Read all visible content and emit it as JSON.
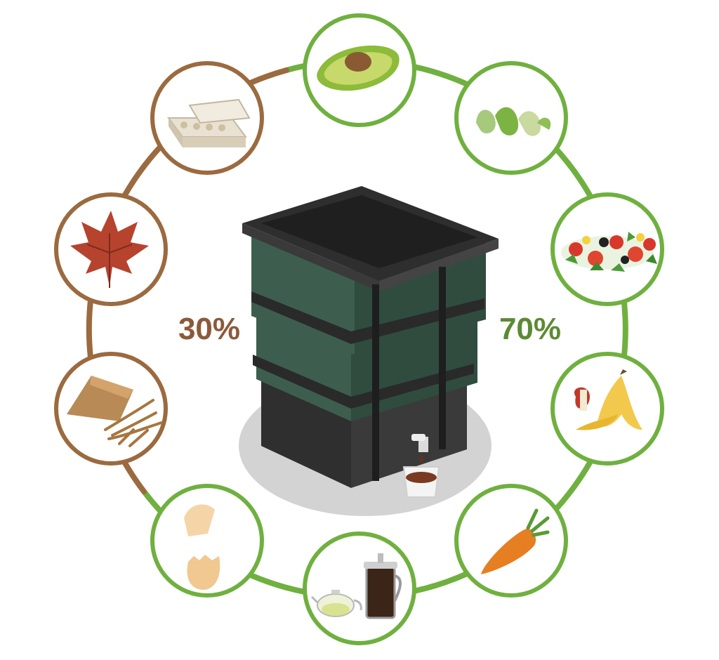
{
  "labels": {
    "brown_percent": "30%",
    "green_percent": "70%"
  },
  "colors": {
    "brown": "#9b6a3f",
    "green": "#6fb03f",
    "brown_text": "#8b5a3a",
    "green_text": "#5d8a35",
    "bin_green": "#3a5a4a",
    "bin_black": "#2b2b2b"
  },
  "items": [
    {
      "name": "avocado-icon",
      "group": "green"
    },
    {
      "name": "apple-peel-icon",
      "group": "green"
    },
    {
      "name": "salad-icon",
      "group": "green"
    },
    {
      "name": "fruit-scraps-icon",
      "group": "green"
    },
    {
      "name": "carrot-icon",
      "group": "green"
    },
    {
      "name": "coffee-tea-icon",
      "group": "green"
    },
    {
      "name": "eggshell-icon",
      "group": "green"
    },
    {
      "name": "cardboard-paper-icon",
      "group": "brown"
    },
    {
      "name": "maple-leaf-icon",
      "group": "brown"
    },
    {
      "name": "egg-carton-icon",
      "group": "brown"
    }
  ]
}
